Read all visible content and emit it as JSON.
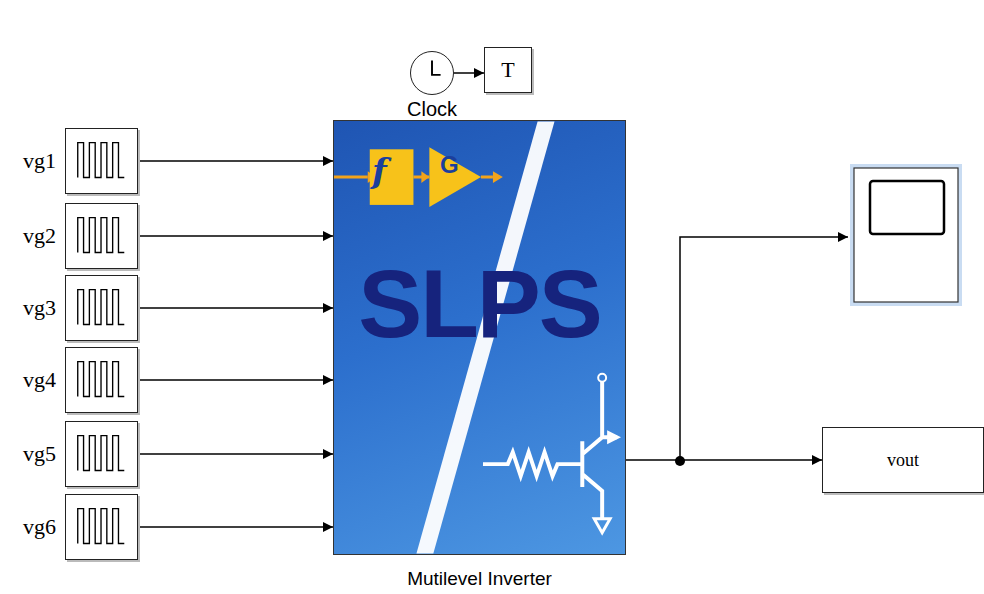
{
  "diagram": {
    "nodes": [
      {
        "text": [
          "Clock"
        ]
      },
      {
        "text": [
          "T"
        ]
      },
      {
        "text": [
          "vg1"
        ]
      },
      {
        "text": [
          "vg2"
        ]
      },
      {
        "text": [
          "vg3"
        ]
      },
      {
        "text": [
          "vg4"
        ]
      },
      {
        "text": [
          "vg5"
        ]
      },
      {
        "text": [
          "vg6"
        ]
      },
      {
        "text": [
          "f",
          "G",
          "SLPS",
          "Mutilevel Inverter"
        ]
      },
      {
        "text": [
          "vout"
        ]
      }
    ],
    "edges": [
      {
        "from": 0,
        "to": 1,
        "arrow": "to"
      },
      {
        "from": 2,
        "to": 8,
        "arrow": "to"
      },
      {
        "from": 3,
        "to": 8,
        "arrow": "to"
      },
      {
        "from": 4,
        "to": 8,
        "arrow": "to"
      },
      {
        "from": 5,
        "to": 8,
        "arrow": "to"
      },
      {
        "from": 6,
        "to": 8,
        "arrow": "to"
      },
      {
        "from": 7,
        "to": 8,
        "arrow": "to"
      },
      {
        "from": 8,
        "to": 9,
        "arrow": "to"
      }
    ]
  }
}
